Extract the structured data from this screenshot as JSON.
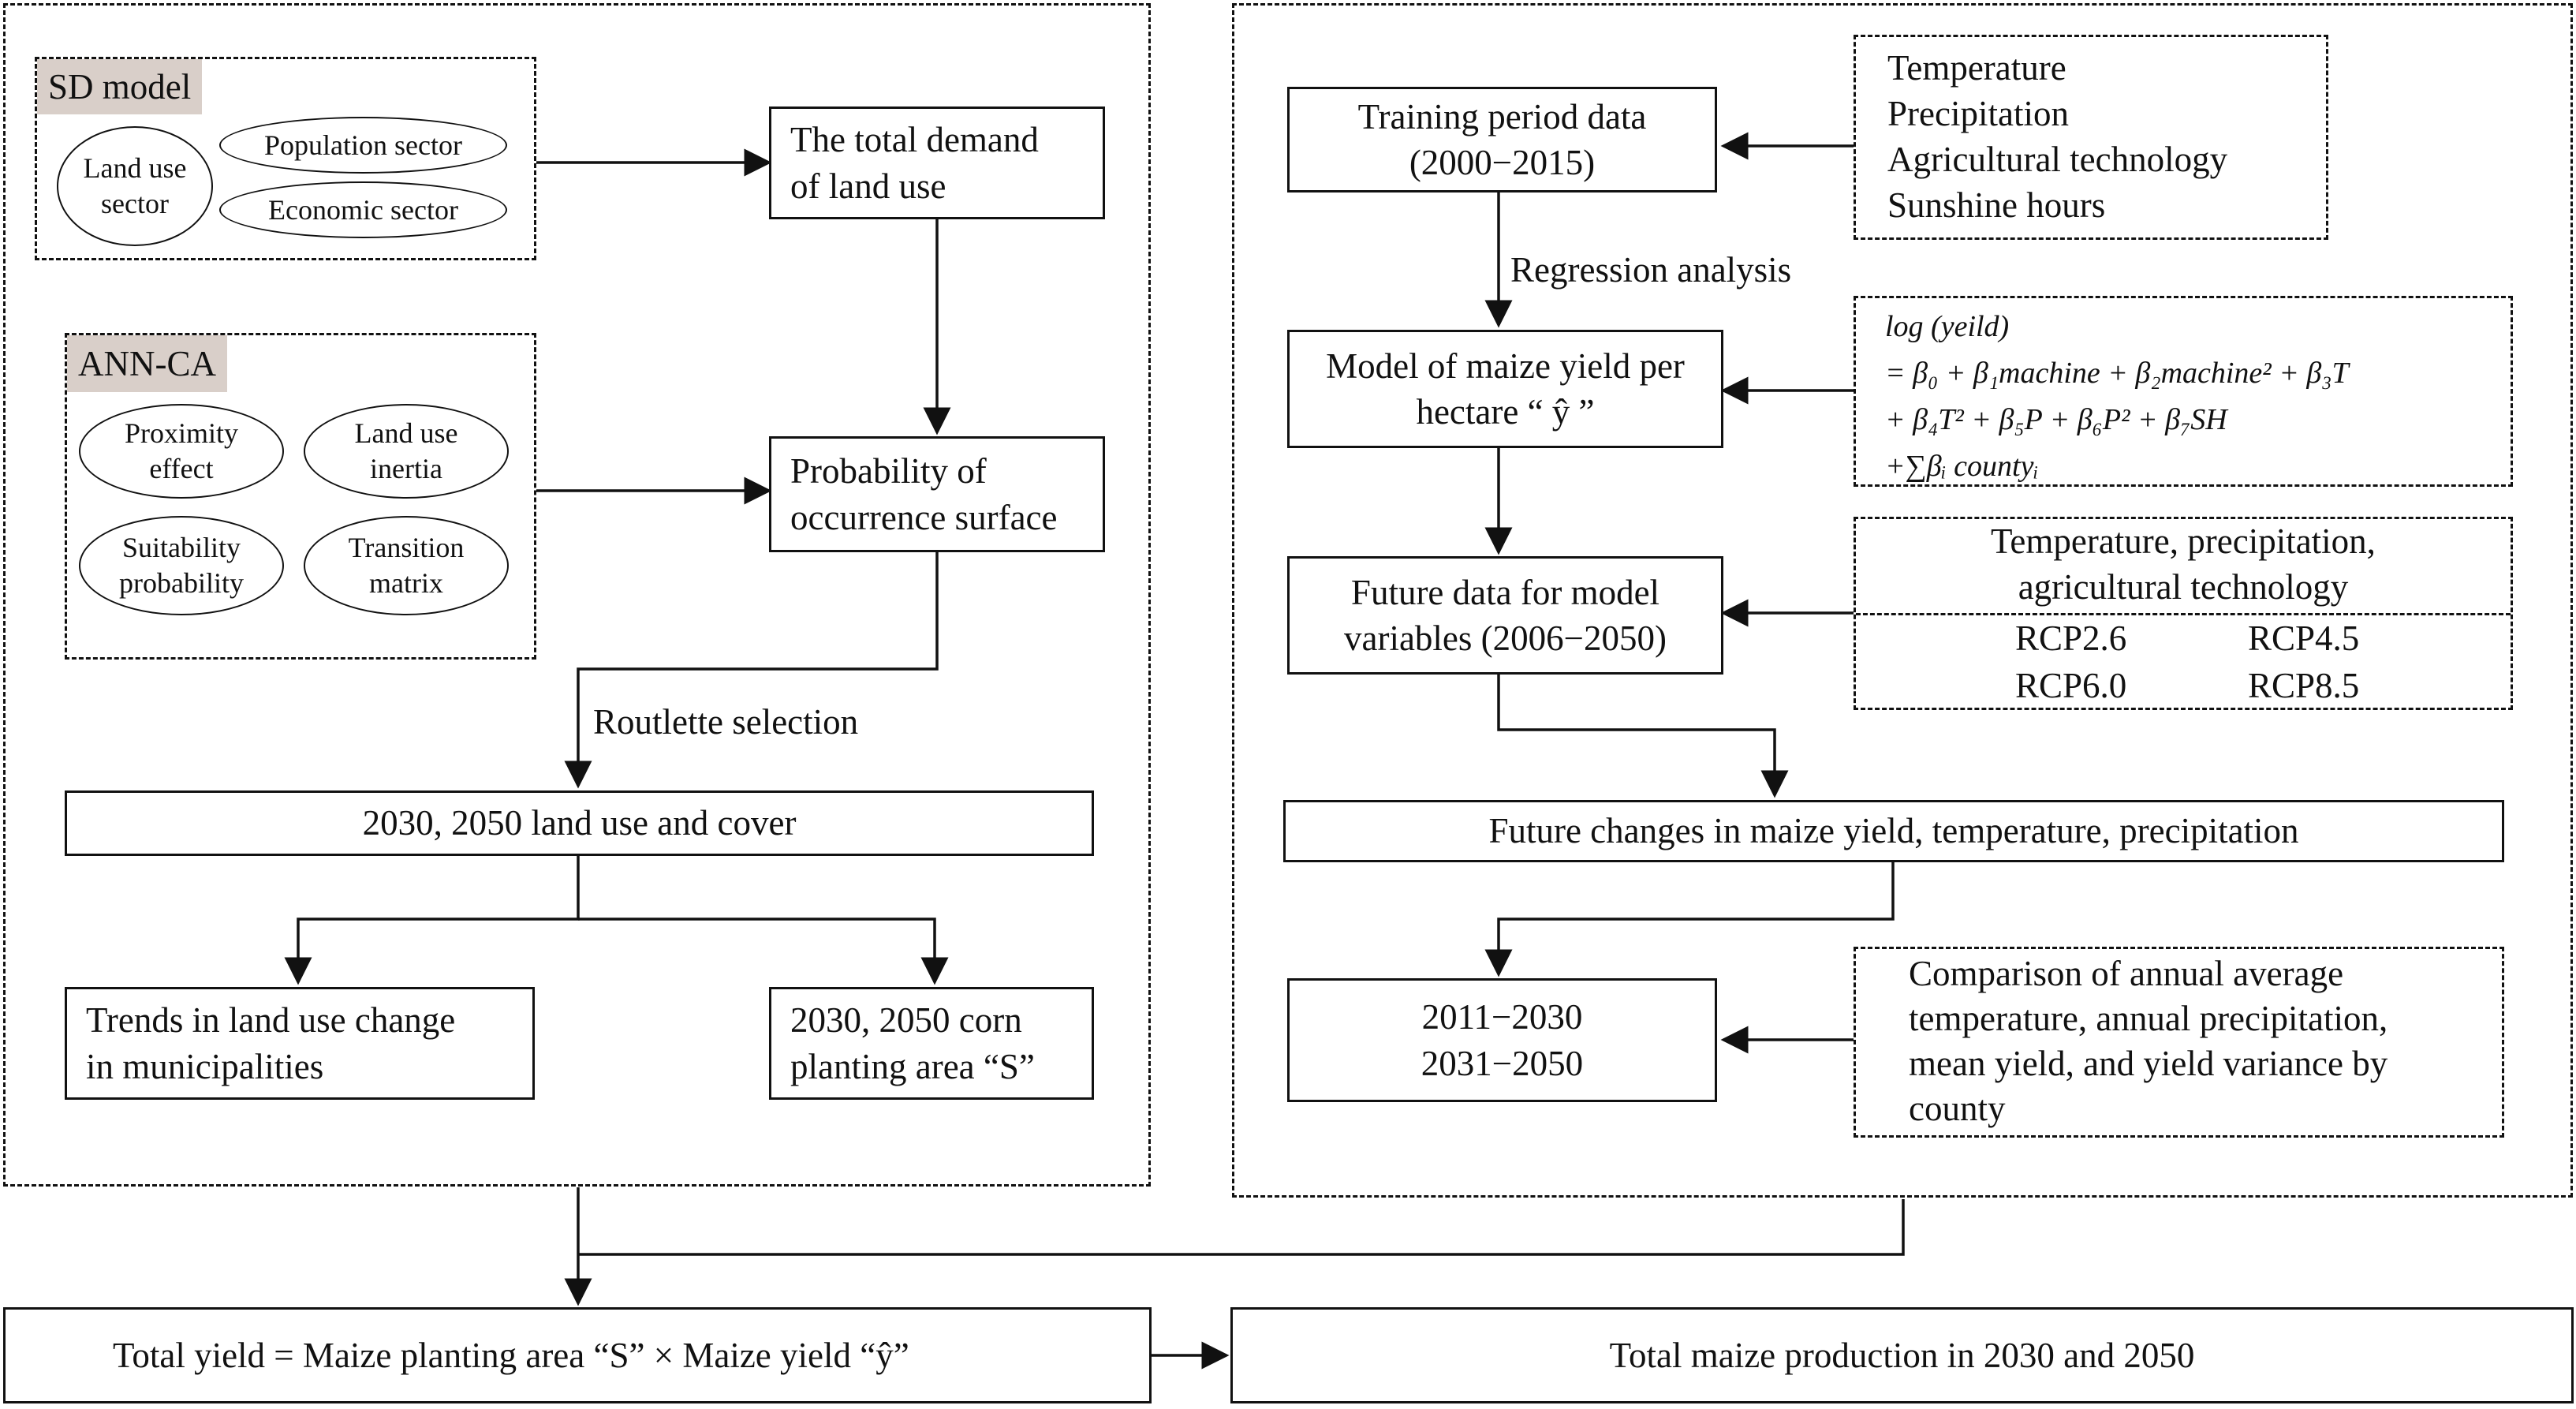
{
  "left_panel": {
    "sd_model": {
      "tag": "SD model",
      "land_use_sector": [
        "Land use",
        "sector"
      ],
      "population_sector": "Population sector",
      "economic_sector": "Economic sector"
    },
    "ann_ca": {
      "tag": "ANN-CA",
      "proximity": [
        "Proximity",
        "effect"
      ],
      "land_use_inertia": [
        "Land use",
        "inertia"
      ],
      "suitability": [
        "Suitability",
        "probability"
      ],
      "transition": [
        "Transition",
        "matrix"
      ]
    },
    "total_demand": [
      "The total demand",
      "of land use"
    ],
    "probability_surface": [
      "Probability of",
      "occurrence surface"
    ],
    "roulette_label": "Routlette selection",
    "land_use_cover": "2030, 2050 land use and cover",
    "trends": [
      "Trends in land use change",
      "in municipalities"
    ],
    "corn_area": [
      "2030, 2050 corn",
      "planting area “S”"
    ]
  },
  "right_panel": {
    "training": [
      "Training period data",
      "(2000−2015)"
    ],
    "climate_vars": [
      "Temperature",
      "Precipitation",
      "Agricultural technology",
      "Sunshine hours"
    ],
    "regression_label": "Regression analysis",
    "model_yield": [
      "Model of maize yield per",
      "hectare “ ŷ ”"
    ],
    "formula": [
      "log (yeild)",
      "= β₀ + β₁machine + β₂machine² + β₃T",
      "+ β₄T² + β₅P + β₆P² + β₇SH",
      "+∑βᵢ countyᵢ"
    ],
    "future_data": [
      "Future data for model",
      "variables (2006−2050)"
    ],
    "future_vars": [
      "Temperature, precipitation,",
      "agricultural technology"
    ],
    "rcp": [
      "RCP2.6",
      "RCP4.5",
      "RCP6.0",
      "RCP8.5"
    ],
    "future_changes": "Future changes in maize yield, temperature, precipitation",
    "periods": [
      "2011−2030",
      "2031−2050"
    ],
    "comparison": [
      "Comparison of annual average",
      "temperature, annual precipitation,",
      "mean yield, and yield variance by",
      "county"
    ]
  },
  "bottom": {
    "total_yield": "Total yield = Maize planting area “S” × Maize yield “ŷ”",
    "total_production": "Total maize production in 2030 and 2050"
  }
}
